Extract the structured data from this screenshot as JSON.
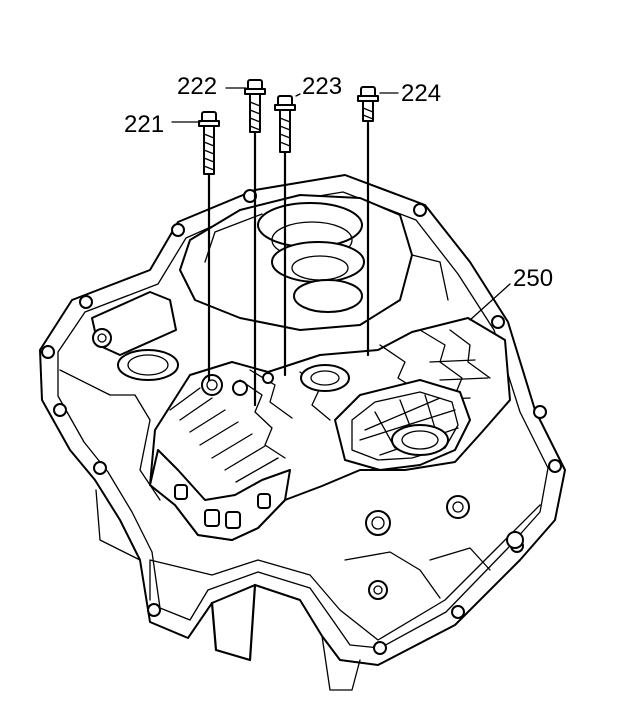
{
  "figure": {
    "callouts": [
      {
        "id": "221",
        "label": "221"
      },
      {
        "id": "222",
        "label": "222"
      },
      {
        "id": "223",
        "label": "223"
      },
      {
        "id": "224",
        "label": "224"
      },
      {
        "id": "250",
        "label": "250"
      }
    ]
  }
}
